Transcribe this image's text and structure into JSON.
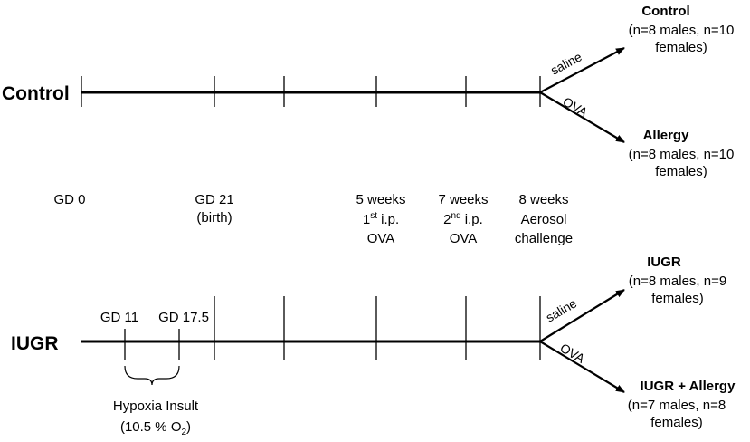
{
  "groups": {
    "control": {
      "label": "Control"
    },
    "iugr": {
      "label": "IUGR"
    }
  },
  "timepoints": {
    "gd0": "GD 0",
    "gd21": {
      "line1": "GD 21",
      "line2": "(birth)"
    },
    "week5": {
      "line1": "5 weeks",
      "line2_base": "1",
      "line2_sup": "st",
      "line2_rest": " i.p.",
      "line3": "OVA"
    },
    "week7": {
      "line1": "7 weeks",
      "line2_base": "2",
      "line2_sup": "nd",
      "line2_rest": " i.p.",
      "line3": "OVA"
    },
    "week8": {
      "line1": "8 weeks",
      "line2": "Aerosol",
      "line3": "challenge"
    }
  },
  "iugr_timeline": {
    "gd11": "GD 11",
    "gd175": "GD 17.5",
    "hypoxia_label": "Hypoxia Insult",
    "hypoxia_o2_pre": "(10.5 % O",
    "hypoxia_o2_sub": "2",
    "hypoxia_o2_post": ")"
  },
  "branches": {
    "saline": "saline",
    "ova": "OVA"
  },
  "outcomes": {
    "control": {
      "title": "Control",
      "line1": "(n=8 males, n=10",
      "line2": "females)"
    },
    "allergy": {
      "title": "Allergy",
      "line1": "(n=8 males, n=10",
      "line2": "females)"
    },
    "iugr": {
      "title": "IUGR",
      "line1": "(n=8 males, n=9",
      "line2": "females)"
    },
    "iugr_allergy": {
      "title": "IUGR + Allergy",
      "line1": "(n=7 males, n=8",
      "line2": "females)"
    }
  }
}
